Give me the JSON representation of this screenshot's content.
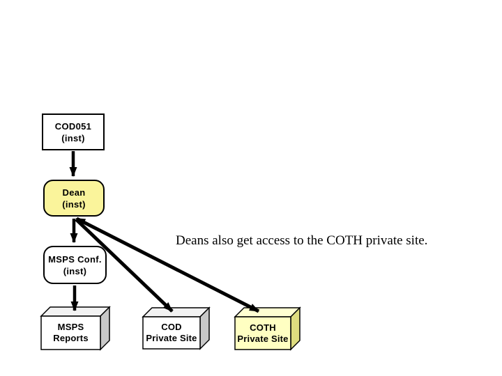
{
  "diagram": {
    "caption": "Deans also get access to the COTH private site.",
    "nodes": [
      {
        "id": "cod051",
        "line1": "COD051",
        "line2": "(inst)"
      },
      {
        "id": "dean",
        "line1": "Dean",
        "line2": "(inst)"
      },
      {
        "id": "msps-conf",
        "line1": "MSPS Conf.",
        "line2": "(inst)"
      },
      {
        "id": "msps-reports",
        "line1": "MSPS",
        "line2": "Reports"
      },
      {
        "id": "cod-private-site",
        "line1": "COD",
        "line2": "Private Site"
      },
      {
        "id": "coth-private-site",
        "line1": "COTH",
        "line2": "Private Site"
      }
    ],
    "edges": [
      {
        "from": "cod051",
        "to": "dean",
        "arrow": "end"
      },
      {
        "from": "dean",
        "to": "msps-conf",
        "arrow": "end"
      },
      {
        "from": "msps-conf",
        "to": "msps-reports",
        "arrow": "end"
      },
      {
        "from": "dean",
        "to": "cod-private-site",
        "arrow": "end"
      },
      {
        "from": "dean",
        "to": "coth-private-site",
        "arrow": "both"
      }
    ],
    "colors": {
      "background": "#ffffff",
      "node_border": "#000000",
      "arrow": "#000000",
      "highlight_fill": "#faf49b",
      "plain_fill": "#ffffff",
      "cube_top_gray": "#f2f2f2",
      "cube_side_gray": "#c8c8c8",
      "cube_front_yellow": "#ffffc2",
      "cube_top_yellow": "#ffffd2",
      "cube_side_yellow": "#dedc7f"
    }
  }
}
